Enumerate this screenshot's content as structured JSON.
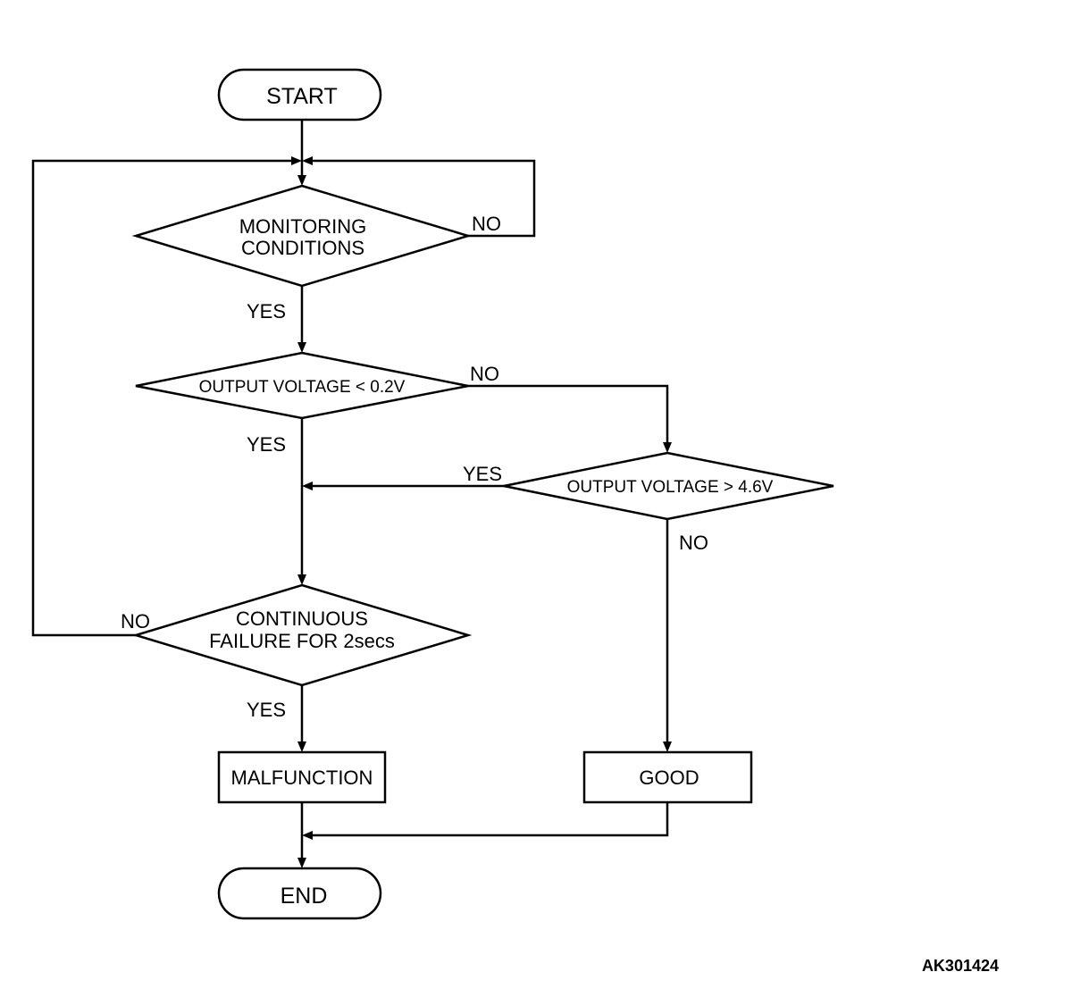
{
  "nodes": {
    "start": "START",
    "monitoring_line1": "MONITORING",
    "monitoring_line2": "CONDITIONS",
    "low_voltage": "OUTPUT VOLTAGE < 0.2V",
    "high_voltage": "OUTPUT VOLTAGE > 4.6V",
    "continuous_line1": "CONTINUOUS",
    "continuous_line2": "FAILURE FOR 2secs",
    "malfunction": "MALFUNCTION",
    "good": "GOOD",
    "end": "END"
  },
  "edge_labels": {
    "monitoring_no": "NO",
    "monitoring_yes": "YES",
    "low_voltage_no": "NO",
    "low_voltage_yes": "YES",
    "high_voltage_yes": "YES",
    "high_voltage_no": "NO",
    "continuous_no": "NO",
    "continuous_yes": "YES"
  },
  "figure_id": "AK301424"
}
